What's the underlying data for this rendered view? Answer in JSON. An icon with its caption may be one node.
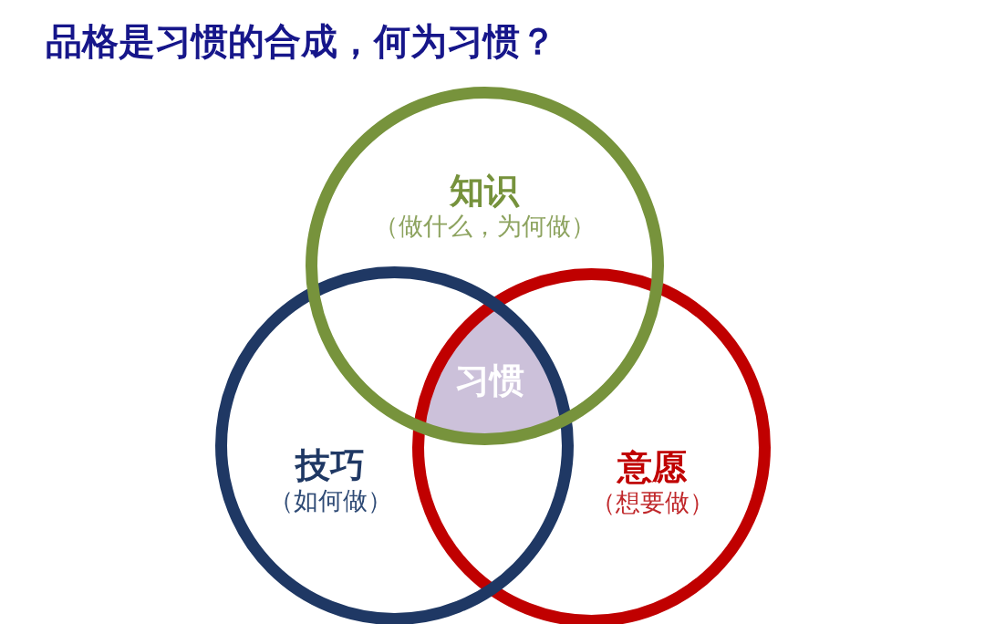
{
  "diagram": {
    "title": "品格是习惯的合成，何为习惯？",
    "nodes": [
      {
        "text": [
          "知识",
          "（做什么，为何做）"
        ]
      },
      {
        "text": [
          "习惯"
        ]
      },
      {
        "text": [
          "技巧",
          "（如何做）"
        ]
      },
      {
        "text": [
          "意愿",
          "（想要做）"
        ]
      }
    ]
  }
}
